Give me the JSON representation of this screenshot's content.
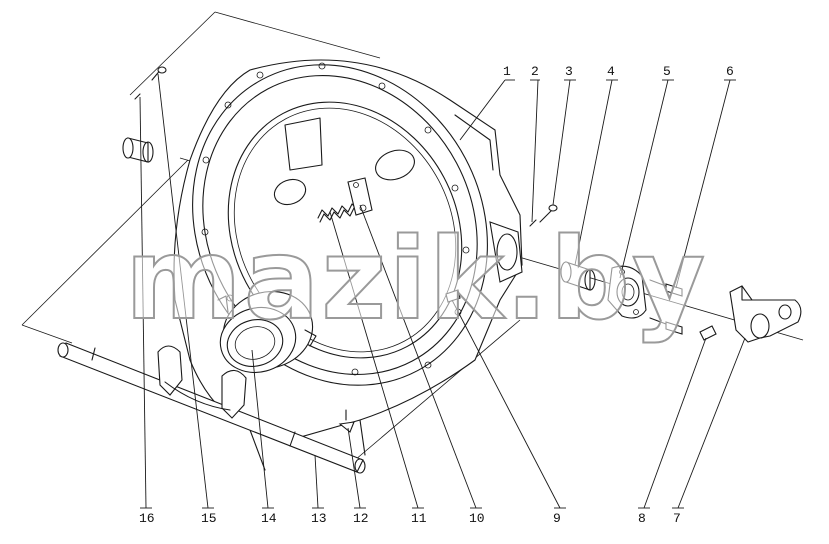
{
  "diagram": {
    "type": "exploded-parts-drawing",
    "callouts": [
      {
        "id": "c1",
        "label": "1"
      },
      {
        "id": "c2",
        "label": "2"
      },
      {
        "id": "c3",
        "label": "3"
      },
      {
        "id": "c4",
        "label": "4"
      },
      {
        "id": "c5",
        "label": "5"
      },
      {
        "id": "c6",
        "label": "6"
      },
      {
        "id": "c16",
        "label": "16"
      },
      {
        "id": "c15",
        "label": "15"
      },
      {
        "id": "c14",
        "label": "14"
      },
      {
        "id": "c13",
        "label": "13"
      },
      {
        "id": "c12",
        "label": "12"
      },
      {
        "id": "c11",
        "label": "11"
      },
      {
        "id": "c10",
        "label": "10"
      },
      {
        "id": "c9",
        "label": "9"
      },
      {
        "id": "c8",
        "label": "8"
      },
      {
        "id": "c7",
        "label": "7"
      }
    ]
  },
  "watermark": {
    "text": "mazik.by"
  },
  "colors": {
    "ink": "#1a1a1a",
    "background": "#ffffff"
  }
}
